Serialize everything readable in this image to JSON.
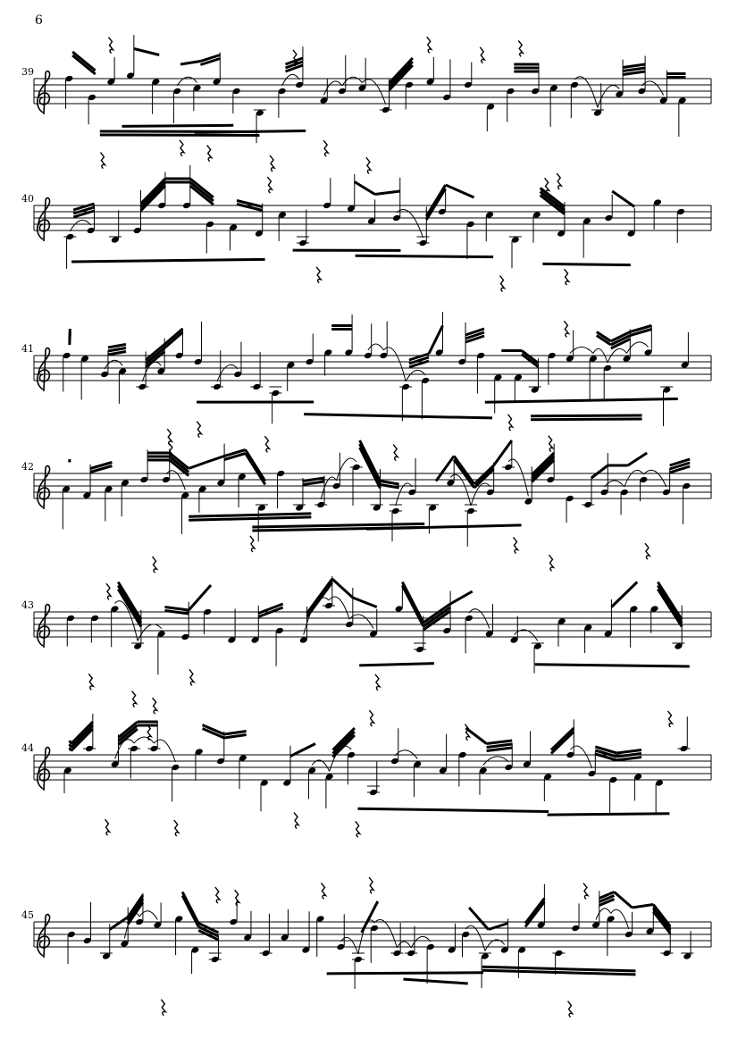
{
  "page": {
    "page_number": "6"
  },
  "systems": [
    {
      "measure_number": "39"
    },
    {
      "measure_number": "40"
    },
    {
      "measure_number": "41"
    },
    {
      "measure_number": "42"
    },
    {
      "measure_number": "43"
    },
    {
      "measure_number": "44"
    },
    {
      "measure_number": "45"
    }
  ],
  "icons": {
    "clef": "treble-clef-icon",
    "rest": "quarter-rest-icon",
    "notehead": "filled-notehead-icon"
  },
  "colors": {
    "ink": "#000000",
    "paper": "#ffffff"
  }
}
